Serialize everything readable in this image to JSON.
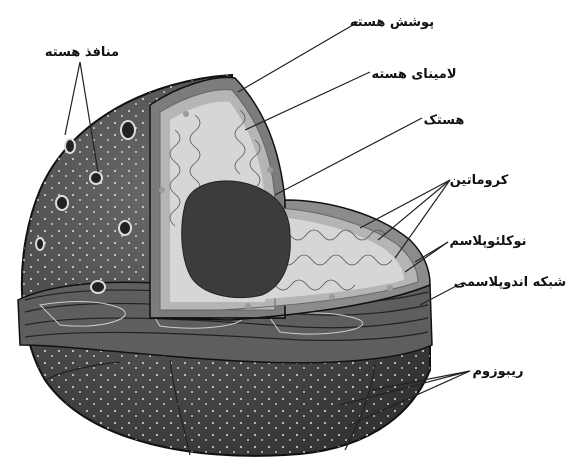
{
  "diagram": {
    "labels": {
      "nuclear_envelope": "پوشش هسته",
      "nuclear_lamina": "لامینای هسته",
      "nucleolus": "هستک",
      "chromatin": "کروماتین",
      "nucleoplasm": "نوکلئوپلاسم",
      "endoplasmic_reticulum": "شبکه اندوپلاسمی",
      "ribosome": "ریبوزوم",
      "nuclear_pores": "منافذ هسته"
    },
    "colors": {
      "cell_body": "#4a4a4a",
      "er_band": "#5e5e5e",
      "cut_face": "#8c8c8c",
      "lamina": "#b5b5b5",
      "nucleoplasm": "#d6d6d6",
      "nucleolus": "#3c3c3c",
      "dots": "#f2f2f2"
    }
  }
}
